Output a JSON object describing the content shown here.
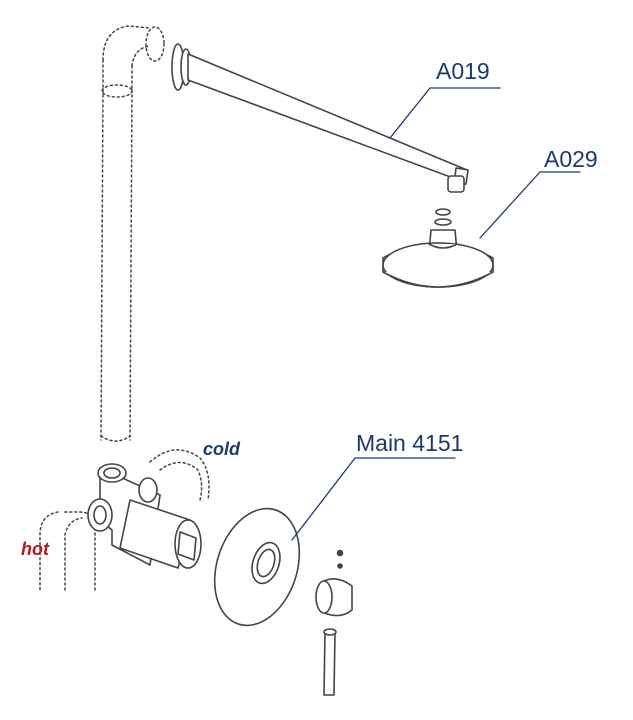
{
  "labels": {
    "arm": "A019",
    "head": "A029",
    "mixer": "Main 4151",
    "cold": "cold",
    "hot": "hot"
  },
  "colors": {
    "label": "#1f3a68",
    "hot": "#b51d1d",
    "line": "#444444"
  }
}
